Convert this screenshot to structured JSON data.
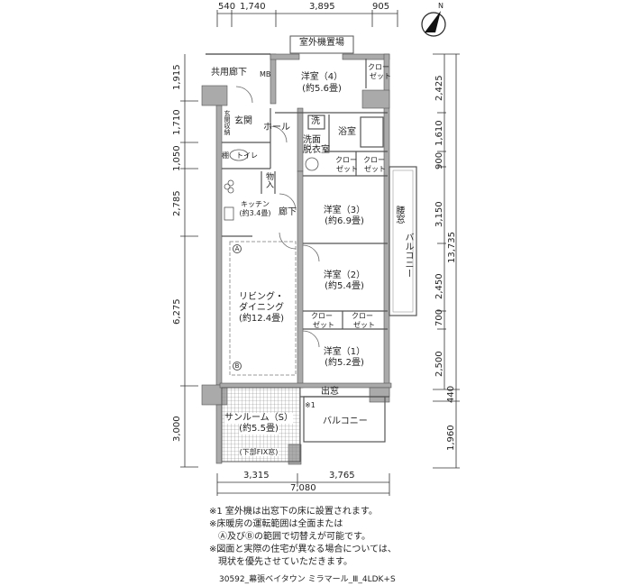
{
  "dimensions": {
    "top": [
      "540",
      "1,740",
      "3,895",
      "905"
    ],
    "left": [
      "1,915",
      "1,710",
      "1,050",
      "2,785",
      "6,275",
      "3,000"
    ],
    "right": [
      "2,425",
      "1,610",
      "900",
      "3,150",
      "2,450",
      "700",
      "2,500",
      "440",
      "1,960"
    ],
    "right_total": "13,735",
    "bottom": [
      "3,315",
      "3,765"
    ],
    "bottom_total": "7,080"
  },
  "compass": {
    "label": "N"
  },
  "rooms": {
    "outdoor_unit": "室外機置場",
    "common_corridor": "共用廊下",
    "mb": "MB",
    "room4": "洋室（4）",
    "room4_size": "(約5.6畳)",
    "closet": "クロー",
    "closet2": "ゼット",
    "entrance": "玄関",
    "entrance_storage": "玄関収納",
    "hall": "ホール",
    "wash": "洗",
    "bath": "浴室",
    "washroom1": "洗面",
    "washroom2": "脱衣室",
    "toilet": "トイレ",
    "shelf": "棚",
    "storage": "物入",
    "kitchen": "キッチン",
    "kitchen_size": "(約3.4畳)",
    "corridor": "廊下",
    "room3": "洋室（3）",
    "room3_size": "(約6.9畳)",
    "waist_window": "腰窓",
    "balcony_side": "バルコニー",
    "mark_a": "A",
    "mark_b": "B",
    "living1": "リビング・",
    "living2": "ダイニング",
    "living_size": "(約12.4畳)",
    "room2": "洋室（2）",
    "room2_size": "(約5.4畳)",
    "room1": "洋室（1）",
    "room1_size": "(約5.2畳)",
    "bay_window": "出窓",
    "note_mark": "※1",
    "sunroom": "サンルーム（S）",
    "sunroom_size": "(約5.5畳)",
    "balcony": "バルコニー",
    "fix_window": "(下部FIX窓)"
  },
  "notes": [
    "※1 室外機は出窓下の床に設置されます。",
    "※床暖房の運転範囲は全面または",
    "　Ⓐ及びⒷの範囲で切替えが可能です。",
    "※図面と実際の住宅が異なる場合については、",
    "　現状を優先させていただきます。"
  ],
  "footer": "30592_幕張ベイタウン ミラマール_Ⅲ_4LDK+S"
}
